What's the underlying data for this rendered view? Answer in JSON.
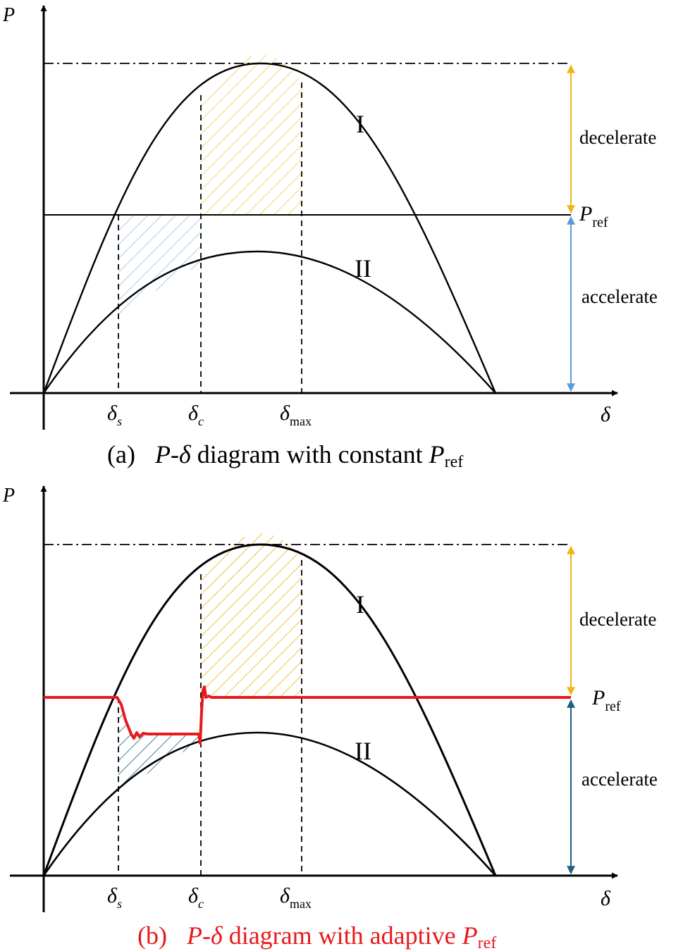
{
  "panels": [
    {
      "id": "a",
      "y_axis_label": "P",
      "x_axis_label": "δ",
      "curve_labels": [
        "I",
        "II"
      ],
      "pref_label": {
        "base": "P",
        "sub": "ref"
      },
      "zone_labels": {
        "decelerate": "decelerate",
        "accelerate": "accelerate"
      },
      "tick_labels": [
        {
          "base": "δ",
          "sub": "s"
        },
        {
          "base": "δ",
          "sub": "c"
        },
        {
          "base": "δ",
          "sub": "max"
        }
      ],
      "caption": {
        "prefix": "(a)",
        "italic": "P-δ",
        "middle": " diagram with constant ",
        "pref_base": "P",
        "pref_sub": "ref"
      },
      "colors": {
        "decel_area": "#f0c040",
        "accel_area": "#7fb6e0",
        "pref_line": "#000000",
        "decel_arrow": "#f0b419",
        "accel_arrow": "#5b9bd5",
        "caption": "#000000"
      }
    },
    {
      "id": "b",
      "y_axis_label": "P",
      "x_axis_label": "δ",
      "curve_labels": [
        "I",
        "II"
      ],
      "pref_label": {
        "base": "P",
        "sub": "ref"
      },
      "zone_labels": {
        "decelerate": "decelerate",
        "accelerate": "accelerate"
      },
      "tick_labels": [
        {
          "base": "δ",
          "sub": "s"
        },
        {
          "base": "δ",
          "sub": "c"
        },
        {
          "base": "δ",
          "sub": "max"
        }
      ],
      "caption": {
        "prefix": "(b)",
        "italic": "P-δ",
        "middle": " diagram with adaptive ",
        "pref_base": "P",
        "pref_sub": "ref"
      },
      "colors": {
        "decel_area": "#f0c040",
        "accel_area": "#2a6f8f",
        "pref_line": "#e8191c",
        "decel_arrow": "#f0b419",
        "accel_arrow": "#1f5f7f",
        "caption": "#e8191c"
      }
    }
  ]
}
